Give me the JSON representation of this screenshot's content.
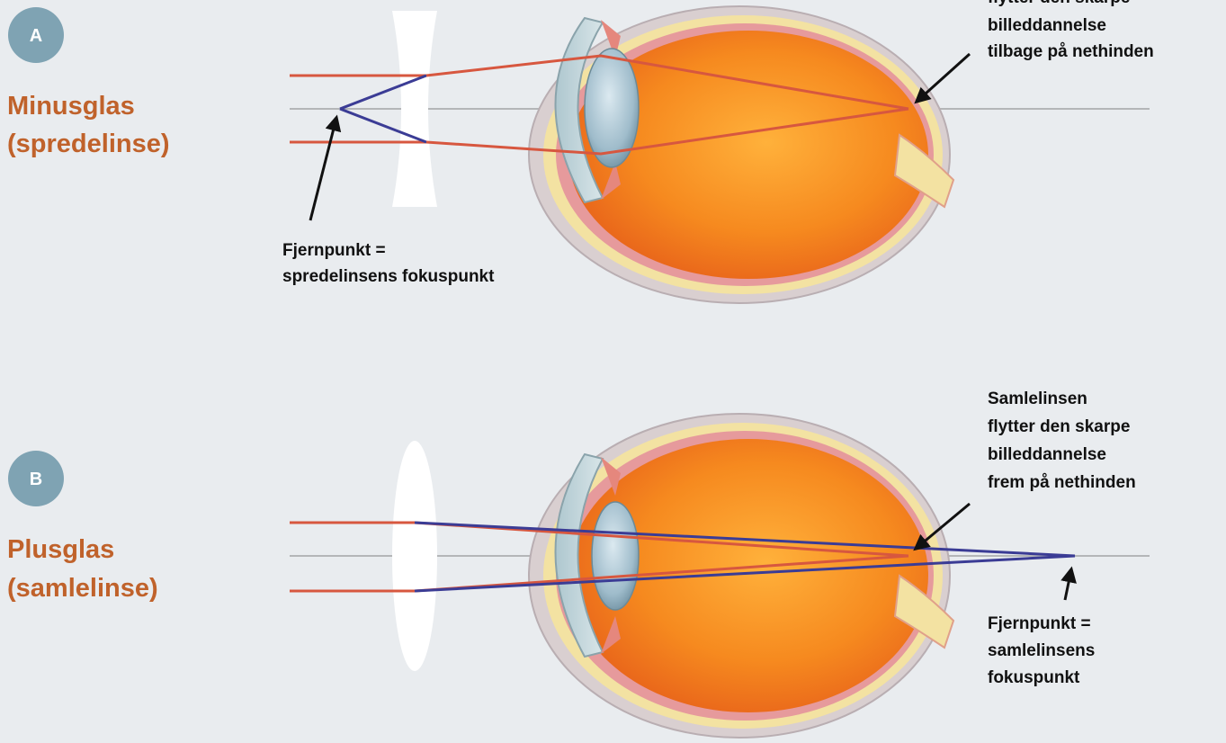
{
  "colors": {
    "background": "#e9ecef",
    "title": "#c0622b",
    "badge": "#7fa3b3",
    "ray_red": "#d7573f",
    "ray_blue": "#3b3c95",
    "axis": "#b4b6b8",
    "eye_orange": "#f57f1c",
    "sclera_yellow": "#f3e2a2"
  },
  "icons": {
    "concave_lens": "concave-lens-icon",
    "convex_lens": "convex-lens-icon",
    "eye": "eye-cross-section-icon",
    "arrow": "pointer-arrow-icon"
  },
  "panelA": {
    "badge": "A",
    "title_line1": "Minusglas",
    "title_line2": "(spredelinse)",
    "far_point_line1": "Fjernpunkt =",
    "far_point_line2": "spredelinsens fokuspunkt",
    "correction_line1": "flytter den skarpe",
    "correction_line2": "billeddannelse",
    "correction_line3": "tilbage på nethinden"
  },
  "panelB": {
    "badge": "B",
    "title_line1": "Plusglas",
    "title_line2": "(samlelinse)",
    "correction_line1": "Samlelinsen",
    "correction_line2": "flytter den skarpe",
    "correction_line3": "billeddannelse",
    "correction_line4": "frem på nethinden",
    "far_point_line1": "Fjernpunkt =",
    "far_point_line2": "samlelinsens",
    "far_point_line3": "fokuspunkt"
  }
}
